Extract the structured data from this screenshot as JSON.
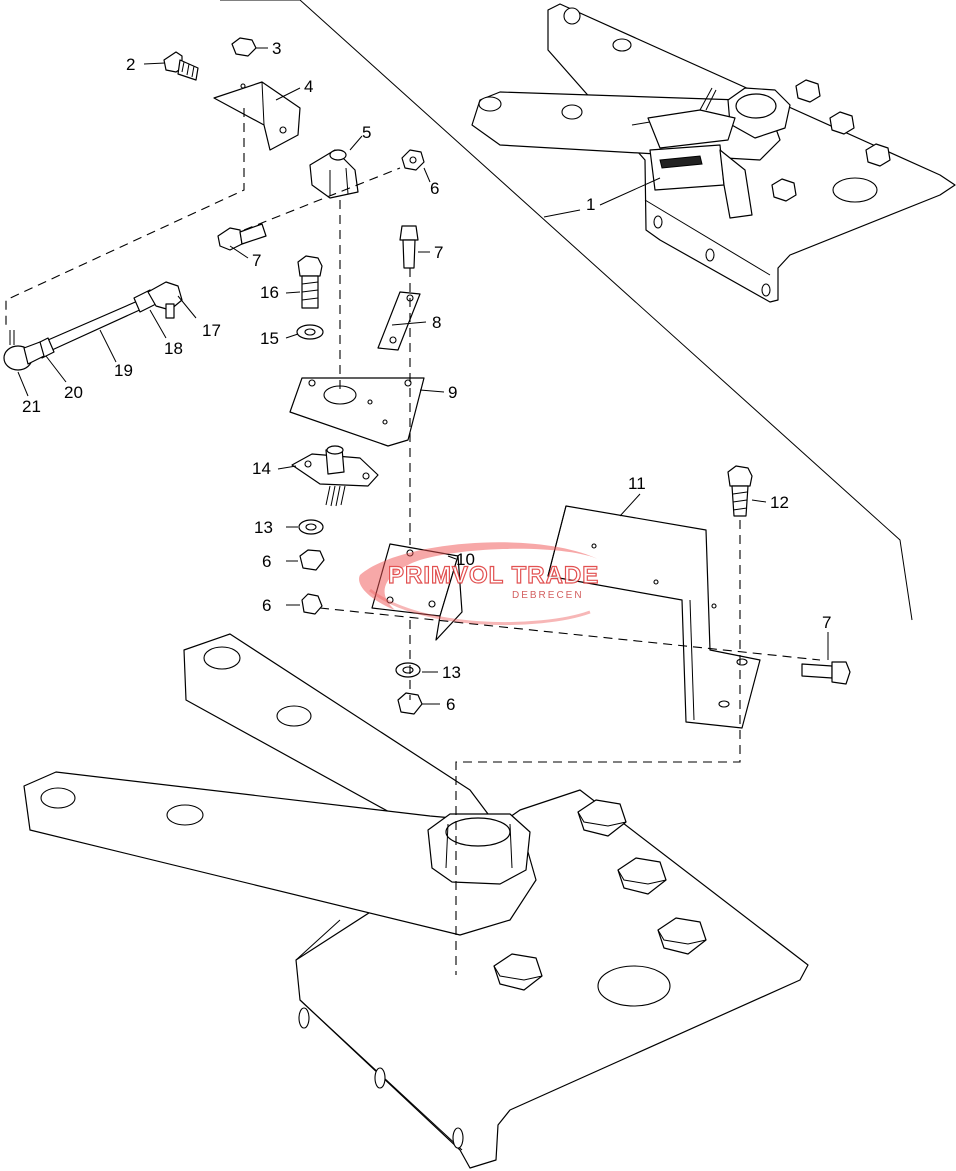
{
  "watermark": {
    "logo_text": "PRIMVOL TRADE",
    "logo_subtext": "DEBRECEN",
    "color": "#e03a3a"
  },
  "callouts": [
    {
      "id": "c1",
      "label": "1"
    },
    {
      "id": "c2",
      "label": "2"
    },
    {
      "id": "c3",
      "label": "3"
    },
    {
      "id": "c4",
      "label": "4"
    },
    {
      "id": "c5",
      "label": "5"
    },
    {
      "id": "c6a",
      "label": "6"
    },
    {
      "id": "c7a",
      "label": "7"
    },
    {
      "id": "c7b",
      "label": "7"
    },
    {
      "id": "c8",
      "label": "8"
    },
    {
      "id": "c9",
      "label": "9"
    },
    {
      "id": "c10",
      "label": "10"
    },
    {
      "id": "c11",
      "label": "11"
    },
    {
      "id": "c12",
      "label": "12"
    },
    {
      "id": "c13a",
      "label": "13"
    },
    {
      "id": "c6b",
      "label": "6"
    },
    {
      "id": "c6c",
      "label": "6"
    },
    {
      "id": "c7c",
      "label": "7"
    },
    {
      "id": "c13b",
      "label": "13"
    },
    {
      "id": "c6d",
      "label": "6"
    },
    {
      "id": "c14",
      "label": "14"
    },
    {
      "id": "c15",
      "label": "15"
    },
    {
      "id": "c16",
      "label": "16"
    },
    {
      "id": "c17",
      "label": "17"
    },
    {
      "id": "c18",
      "label": "18"
    },
    {
      "id": "c19",
      "label": "19"
    },
    {
      "id": "c20",
      "label": "20"
    },
    {
      "id": "c21",
      "label": "21"
    }
  ]
}
